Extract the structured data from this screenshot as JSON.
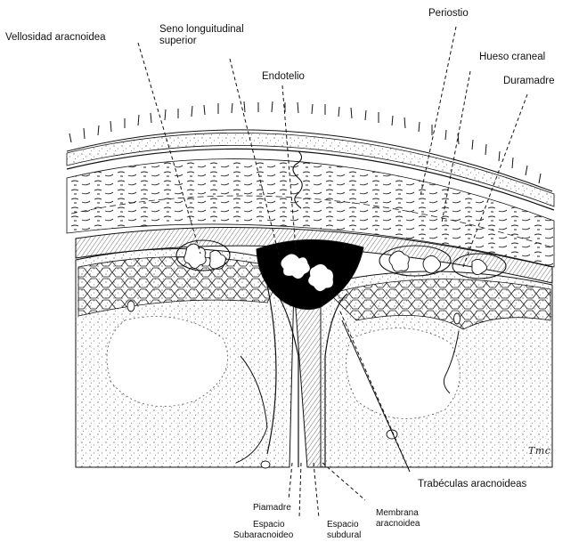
{
  "labels": {
    "vellosidad": "Vellosidad aracnoidea",
    "seno_line1": "Seno longuitudinal",
    "seno_line2": "superior",
    "periostio": "Periostio",
    "hueso": "Hueso craneal",
    "endotelio": "Endotelio",
    "duramadre": "Duramadre",
    "trabeculas": "Trabéculas aracnoideas",
    "piamadre": "Piamadre",
    "esp_sub_line1": "Espacio",
    "esp_sub_line2": "Subaracnoideo",
    "esp_subdural_line1": "Espacio",
    "esp_subdural_line2": "subdural",
    "membrana_line1": "Membrana",
    "membrana_line2": "aracnoidea"
  },
  "signature": "Tmc"
}
